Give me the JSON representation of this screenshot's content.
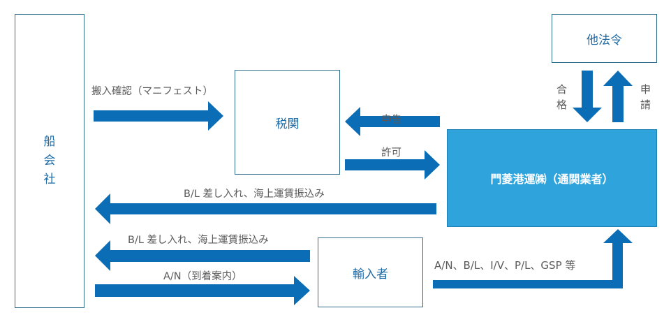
{
  "colors": {
    "arrow": "#0b6db5",
    "box_border": "#2f6b8a",
    "box_text": "#1d6aa5",
    "broker_fill": "#2ea3dc",
    "label_text": "#5a5a5a"
  },
  "nodes": {
    "shipping_company": {
      "label_chars": [
        "船",
        "会",
        "社"
      ],
      "label": "船会社"
    },
    "customs": {
      "label": "税関"
    },
    "other_laws": {
      "label": "他法令"
    },
    "customs_broker": {
      "label": "門菱港運㈱（通関業者）"
    },
    "importer": {
      "label": "輸入者"
    }
  },
  "edges": [
    {
      "id": "manifest",
      "from": "shipping_company",
      "to": "customs",
      "label": "搬入確認（マニフェスト）"
    },
    {
      "id": "declaration",
      "from": "customs_broker",
      "to": "customs",
      "label": "申告"
    },
    {
      "id": "permission",
      "from": "customs",
      "to": "customs_broker",
      "label": "許可"
    },
    {
      "id": "pass",
      "from": "other_laws",
      "to": "customs_broker",
      "label": "合格",
      "label_chars": [
        "合",
        "格"
      ]
    },
    {
      "id": "application",
      "from": "customs_broker",
      "to": "other_laws",
      "label": "申請",
      "label_chars": [
        "申",
        "請"
      ]
    },
    {
      "id": "broker_bl",
      "from": "customs_broker",
      "to": "shipping_company",
      "label": "B/L 差し入れ、海上運賃振込み"
    },
    {
      "id": "importer_bl",
      "from": "importer",
      "to": "shipping_company",
      "label": "B/L 差し入れ、海上運賃振込み"
    },
    {
      "id": "arrival_notice",
      "from": "shipping_company",
      "to": "importer",
      "label": "A/N（到着案内）"
    },
    {
      "id": "documents",
      "from": "importer",
      "to": "customs_broker",
      "label": "A/N、B/L、I/V、P/L、GSP 等"
    }
  ]
}
